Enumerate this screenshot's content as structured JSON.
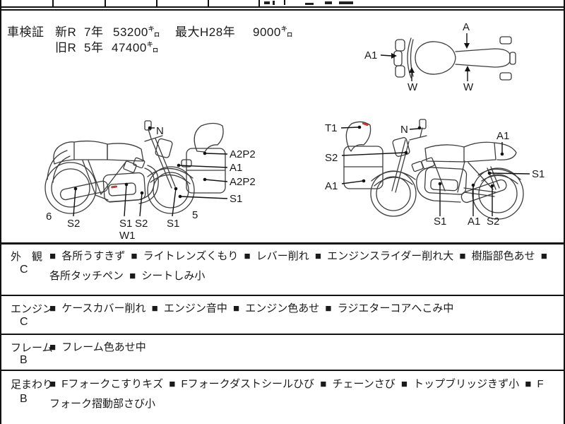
{
  "colors": {
    "line": "#111111",
    "drawing": "#3c3c3c",
    "red_mark": "#c23b2e",
    "background": "#ffffff"
  },
  "shaken": {
    "label": "車検証",
    "new_reg_label": "新R",
    "new_reg_year": "7年",
    "new_reg_km": "53200㌔",
    "max_label": "最大H28年",
    "max_km": "9000㌔",
    "old_reg_label": "旧R",
    "old_reg_year": "5年",
    "old_reg_km": "47400㌔"
  },
  "top_view": {
    "a1": "A1",
    "a": "A",
    "w_front": "W",
    "w_rear": "W"
  },
  "left_view": {
    "n": "N",
    "a2p2_upper": "A2P2",
    "a1": "A1",
    "a2p2_lower": "A2P2",
    "s1_right": "S1",
    "num_rear": "6",
    "num_front": "5",
    "s2_muffler": "S2",
    "s1_engine": "S1",
    "w1_engine": "W1",
    "s2_frame": "S2",
    "s1_fork": "S1"
  },
  "right_view": {
    "t1": "T1",
    "n": "N",
    "a1_tail": "A1",
    "s2_front": "S2",
    "a1_box": "A1",
    "s1_shock": "S1",
    "s1_engine": "S1",
    "a1_swingarm": "A1",
    "s2_muffler": "S2"
  },
  "inspection": {
    "rows": [
      {
        "label": "外　観",
        "grade": "C",
        "comments": "■ 各所うすきず ■ ライトレンズくもり ■ レバー削れ ■ エンジンスライダー削れ大 ■ 樹脂部色あせ ■ 各所タッチペン ■ シートしみ小"
      },
      {
        "label": "エンジン",
        "grade": "C",
        "comments": "■ ケースカバー削れ ■ エンジン音中 ■ エンジン色あせ ■ ラジエターコアへこみ中"
      },
      {
        "label": "フレーム",
        "grade": "B",
        "comments": "■ フレーム色あせ中"
      },
      {
        "label": "足まわり",
        "grade": "B",
        "comments": "■ Fフォークこすりキズ ■ Fフォークダストシールひび ■ チェーンさび ■ トップブリッジきず小 ■ Fフォーク摺動部さび小"
      }
    ]
  }
}
